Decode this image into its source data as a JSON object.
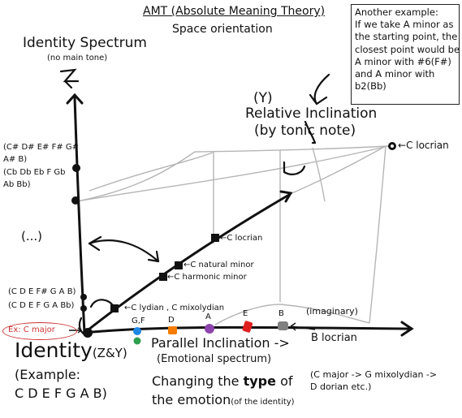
{
  "header": {
    "title": "AMT (Absolute Meaning Theory)",
    "subtitle": "Space orientation"
  },
  "note": {
    "lines": [
      "Another example:",
      "If we take A minor as",
      "the starting point, the",
      "closest point would be",
      "A minor with #6(F#)",
      "and A minor with",
      "b2(Bb)"
    ]
  },
  "identity_spectrum": {
    "title": "Identity Spectrum",
    "subtitle": "(no main tone)",
    "sharp_notes": [
      "(C# D# E# F# G#",
      "A# B)"
    ],
    "flat_notes": [
      "(Cb Db Eb F Gb",
      "Ab Bb)"
    ],
    "ellipsis": "(...)",
    "d_major": "(C D E F# G A B)",
    "c_mixed": "(C D E F G A Bb)"
  },
  "relative_inclination": {
    "axis_letter": "(Y)",
    "title": "Relative Inclination",
    "subtitle": "(by tonic note)",
    "c_locrian_top": "C locrian"
  },
  "diagonal_labels": {
    "c_locrian": "C locrian",
    "c_natural_minor": "C natural minor",
    "c_harmonic_minor": "C harmonic minor",
    "c_lydian_mixolydian": "C lydian , C mixolydian"
  },
  "identity": {
    "title": "Identity",
    "axes": "(Z&Y)",
    "example_label": "(Example:",
    "example_notes": "C D E F G A B)",
    "ex_badge": "Ex: C major"
  },
  "parallel_inclination": {
    "title": "Parallel Inclination ->",
    "subtitle": "(Emotional spectrum)",
    "changing_prefix": "Changing the ",
    "changing_bold": "type",
    "changing_suffix": " of",
    "emotion_line": "the emotion",
    "emotion_note": "(of the identity)",
    "imaginary": "(imaginary)",
    "b_locrian": "B locrian",
    "example": [
      "(C major -> G mixolydian ->",
      "D dorian etc.)"
    ],
    "points": [
      {
        "label": "G,F",
        "color": "#1e88e5",
        "color2": "#2e9e4f"
      },
      {
        "label": "D",
        "color": "#f57c00"
      },
      {
        "label": "A",
        "color": "#8e44ad"
      },
      {
        "label": "E",
        "color": "#e02020"
      },
      {
        "label": "B",
        "color": "#808080"
      }
    ]
  },
  "colors": {
    "ink": "#111111",
    "cube": "#b5b5b5",
    "highlight": "#cc3333"
  }
}
